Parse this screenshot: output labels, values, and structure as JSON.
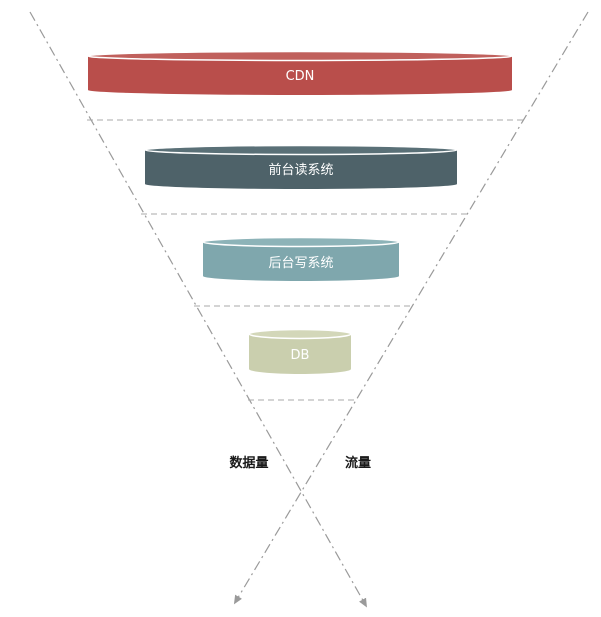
{
  "layers": [
    {
      "label": "CDN",
      "color": "#b94e4b",
      "top_color": "#c0605c"
    },
    {
      "label": "前台读系统",
      "color": "#4e6269",
      "top_color": "#5a7077"
    },
    {
      "label": "后台写系统",
      "color": "#7fa7ad",
      "top_color": "#8db3b8"
    },
    {
      "label": "DB",
      "color": "#cacfae",
      "top_color": "#d3d7b9"
    }
  ],
  "axes": {
    "left_label": "数据量",
    "right_label": "流量"
  },
  "colors": {
    "guide_line": "#9a9a9a",
    "divider": "#a8a8a8",
    "label_text": "#1a1a1a"
  }
}
